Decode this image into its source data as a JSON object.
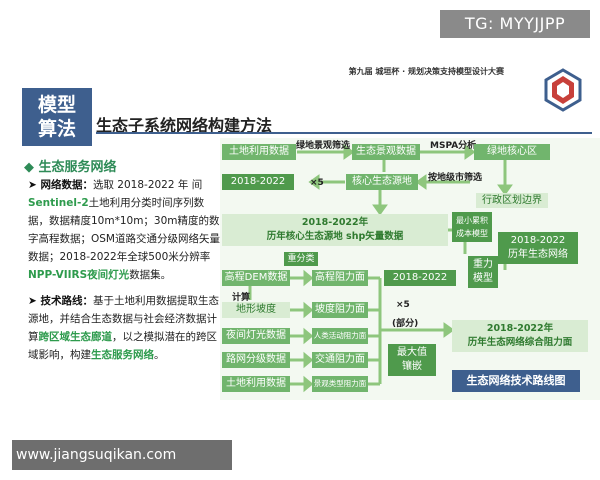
{
  "watermark": "TG: MYYJJPP",
  "footer_url": "www.jiangsuqikan.com",
  "header": {
    "competition": "第九届 城垣杯 · 规划决策支持模型设计大赛",
    "badge_line1": "模型",
    "badge_line2": "算法",
    "title": "生态子系统网络构建方法"
  },
  "left": {
    "section": "◆ 生态服务网络",
    "data_label": "➤ 网络数据：",
    "data_text1": "选取 2018-2022 年 间 ",
    "sentinel": "Sentinel-2",
    "data_text2": "土地利用分类时间序列数据，数据精度10m*10m；30m精度的数字高程数据；OSM道路交通分级网络矢量数据；2018-2022年全球500米分辨率",
    "npp": "NPP-VIIRS夜间灯光",
    "data_text3": "数据集。",
    "route_label": "➤ 技术路线：",
    "route_text1": "基于土地利用数据提取生态源地，并结合生态数据与社会经济数据计算",
    "corridor": "跨区域生态廊道",
    "route_text2": "，以之模拟潜在的跨区域影响，构建",
    "network": "生态服务网络",
    "route_text3": "。"
  },
  "diagram": {
    "n_landuse": "土地利用数据",
    "l_screen": "绿地景观筛选",
    "n_landscape": "生态景观数据",
    "l_mspa": "MSPA分析",
    "n_core": "绿地核心区",
    "l_city": "按地级市筛选",
    "n_admin": "行政区划边界",
    "n_year1": "2018-2022",
    "l_x5a": "×5",
    "n_source": "核心生态源地",
    "n_shp_line1": "2018-2022年",
    "n_shp_line2": "历年核心生态源地 shp矢量数据",
    "n_mcr_line1": "最小累积",
    "n_mcr_line2": "成本模型",
    "n_net_line1": "2018-2022",
    "n_net_line2": "历年生态网络",
    "l_reclass": "重分类",
    "n_dem": "高程DEM数据",
    "n_elev_res": "高程阻力面",
    "n_year2": "2018-2022",
    "l_calc": "计算",
    "n_slope": "地形坡度",
    "n_slope_res": "坡度阻力面",
    "l_x5b": "×5",
    "l_part": "(部分)",
    "n_night": "夜间灯光数据",
    "n_human_res": "人类活动阻力面",
    "n_gravity_line1": "重力",
    "n_gravity_line2": "模型",
    "n_comp_line1": "2018-2022年",
    "n_comp_line2": "历年生态网络综合阻力面",
    "n_road": "路网分级数据",
    "n_traffic_res": "交通阻力面",
    "n_max_line1": "最大值",
    "n_max_line2": "镶嵌",
    "n_landuse2": "土地利用数据",
    "n_land_res": "景观类型阻力面",
    "n_route_title": "生态网络技术路线图"
  }
}
